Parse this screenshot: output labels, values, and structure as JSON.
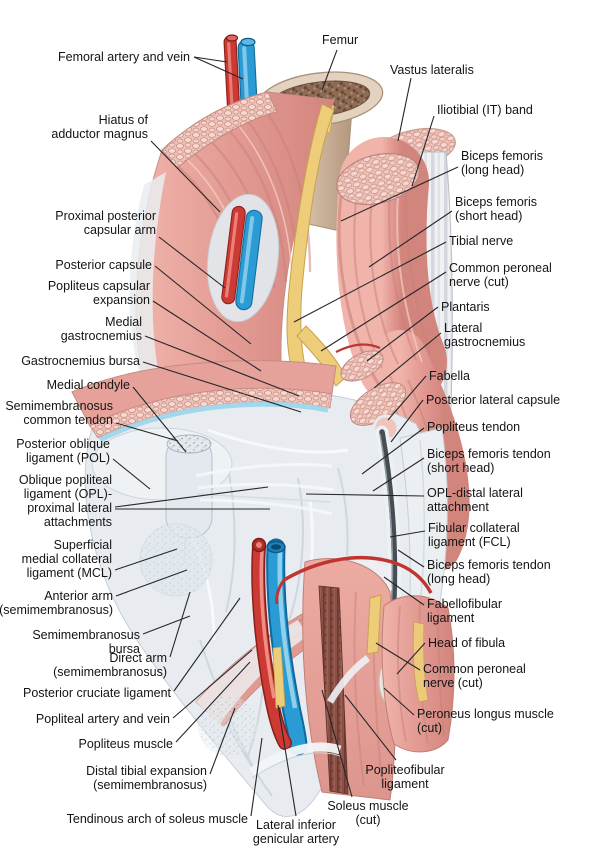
{
  "colors": {
    "artery_red": "#cd3a34",
    "vein_blue": "#2a9bd5",
    "nerve_yellow": "#eecd7a",
    "muscle_pink": "#e29a92",
    "muscle_cut_pink": "#f3d0c8",
    "bone_tan": "#d5bfa9",
    "bone_marrow_brown": "#8d6b55",
    "tendon_white": "#edf0f2",
    "capsule_gray": "#e8ecf0",
    "bursa_blue": "#9fd6ea",
    "soleus_cut_maroon": "#8a5046",
    "fcl_dark": "#474d55",
    "label_text": "#141414",
    "leader_line": "#26262a",
    "background": "#ffffff"
  },
  "labels": {
    "femoral_artery_vein": "Femoral artery and vein",
    "hiatus_adductor_magnus": "Hiatus of\nadductor magnus",
    "proximal_posterior_capsular_arm": "Proximal posterior\ncapsular arm",
    "posterior_capsule": "Posterior capsule",
    "popliteus_capsular_expansion": "Popliteus capsular\nexpansion",
    "medial_gastrocnemius": "Medial\ngastrocnemius",
    "gastrocnemius_bursa": "Gastrocnemius bursa",
    "medial_condyle": "Medial condyle",
    "semimembranosus_common_tendon": "Semimembranosus\ncommon tendon",
    "posterior_oblique_ligament": "Posterior oblique\nligament (POL)",
    "oblique_popliteal_ligament": "Oblique popliteal\nligament (OPL)-\nproximal lateral\nattachments",
    "superficial_mcl": "Superficial\nmedial collateral\nligament (MCL)",
    "anterior_arm": "Anterior arm\n(semimembranosus)",
    "semimembranosus_bursa": "Semimembranosus bursa",
    "direct_arm": "Direct arm\n(semimembranosus)",
    "posterior_cruciate_ligament": "Posterior cruciate ligament",
    "popliteal_artery_vein": "Popliteal artery and vein",
    "popliteus_muscle": "Popliteus muscle",
    "distal_tibial_expansion": "Distal tibial expansion\n(semimembranosus)",
    "tendinous_arch": "Tendinous arch of soleus muscle",
    "lateral_inferior_genicular_artery": "Lateral inferior\ngenicular artery",
    "soleus_muscle_cut": "Soleus muscle\n(cut)",
    "popliteofibular_ligament": "Popliteofibular\nligament",
    "femur": "Femur",
    "vastus_lateralis": "Vastus lateralis",
    "iliotibial_band": "Iliotibial (IT) band",
    "biceps_femoris_long_head": "Biceps femoris\n(long head)",
    "biceps_femoris_short_head": "Biceps femoris\n(short head)",
    "tibial_nerve": "Tibial nerve",
    "common_peroneal_nerve_upper": "Common peroneal\nnerve (cut)",
    "plantaris": "Plantaris",
    "lateral_gastrocnemius": "Lateral\ngastrocnemius",
    "fabella": "Fabella",
    "posterior_lateral_capsule": "Posterior lateral capsule",
    "popliteus_tendon": "Popliteus tendon",
    "biceps_femoris_tendon_short_head": "Biceps femoris tendon\n(short head)",
    "opl_distal_lateral_attachment": "OPL-distal lateral\nattachment",
    "fibular_collateral_ligament": "Fibular collateral\nligament (FCL)",
    "biceps_femoris_tendon_long_head": "Biceps femoris tendon\n(long head)",
    "fabellofibular_ligament": "Fabellofibular\nligament",
    "head_of_fibula": "Head of fibula",
    "common_peroneal_nerve_lower": "Common peroneal\nnerve (cut)",
    "peroneus_longus_muscle_cut": "Peroneus longus muscle\n(cut)"
  }
}
